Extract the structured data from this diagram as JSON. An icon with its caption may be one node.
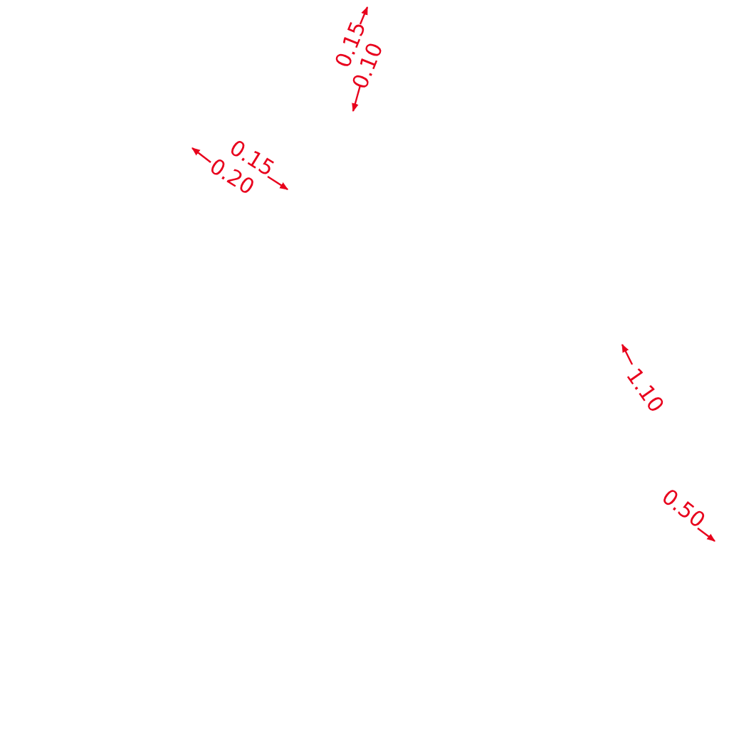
{
  "diagram": {
    "labels": [
      "0.15",
      "0.10",
      "0.15",
      "0.20",
      "1.10",
      "0.50"
    ]
  }
}
